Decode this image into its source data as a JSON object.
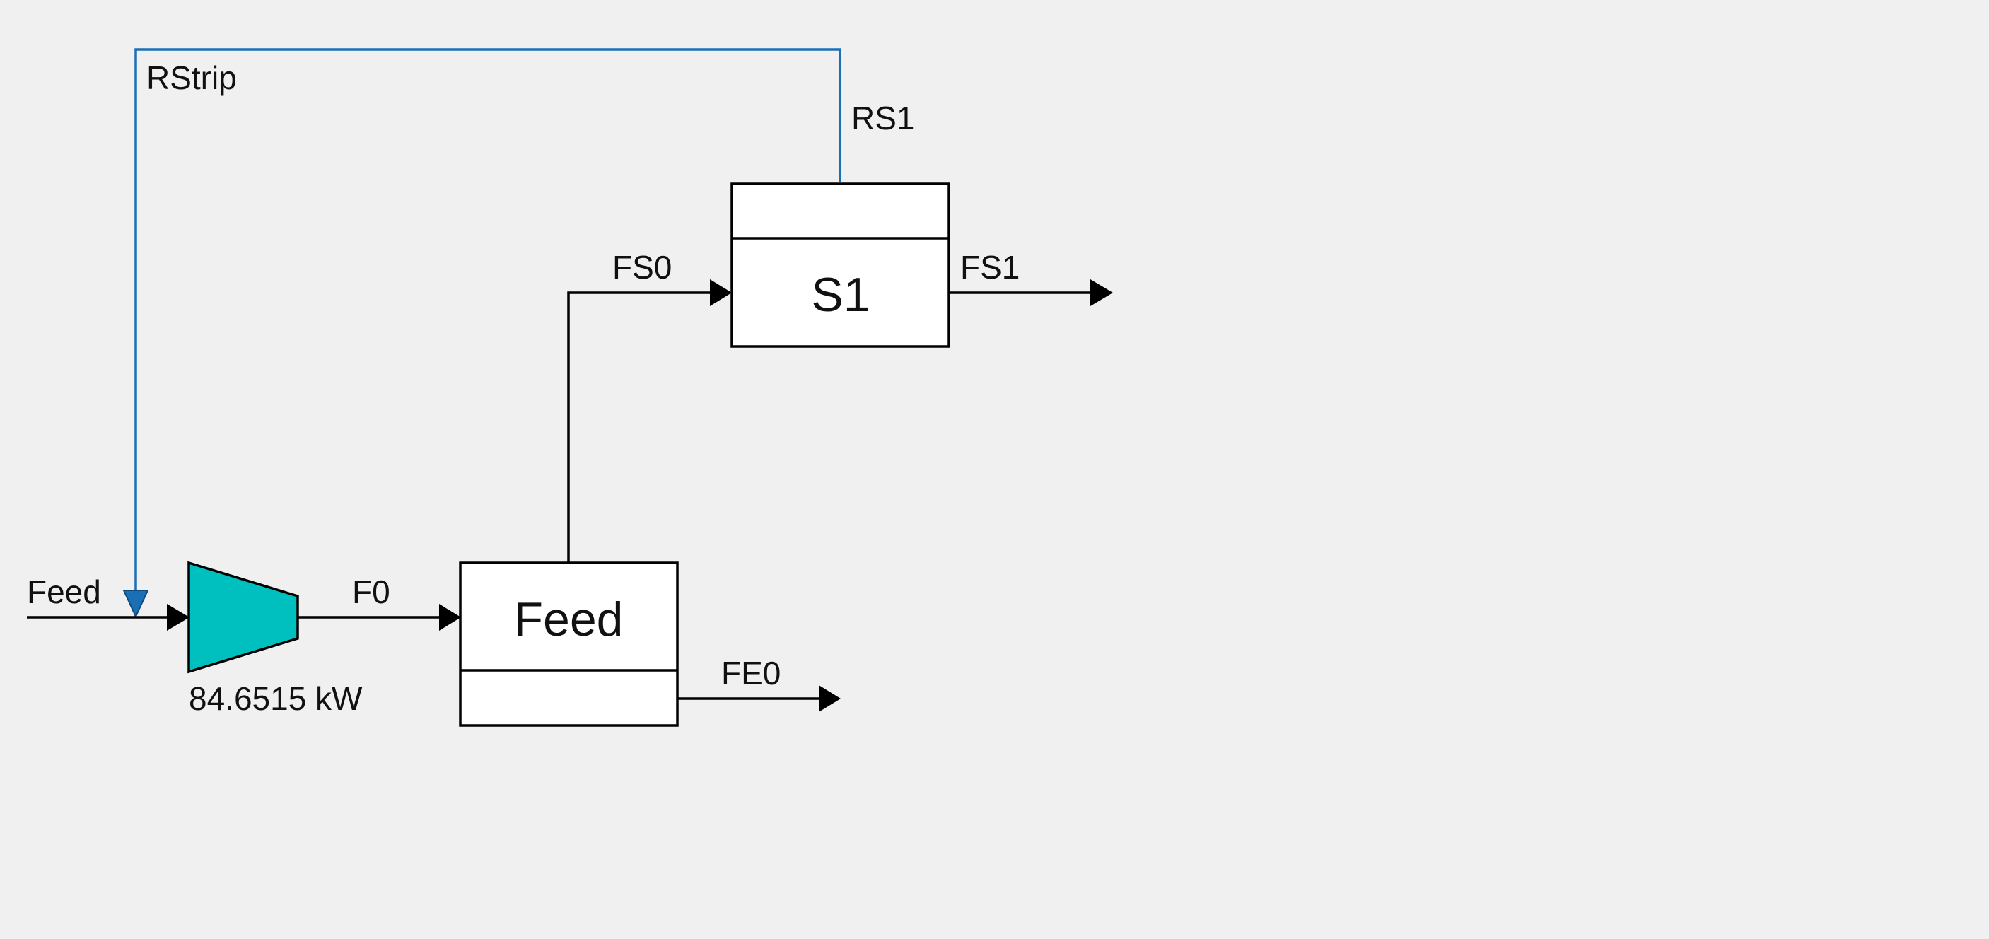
{
  "streams": {
    "feed_in": "Feed",
    "f0": "F0",
    "fs0": "FS0",
    "fs1": "FS1",
    "fe0": "FE0",
    "rs1": "RS1",
    "rstrip": "RStrip"
  },
  "units": {
    "compressor": {
      "duty": "84.6515 kW",
      "color": "#00bfbf"
    },
    "feed_separator": {
      "label": "Feed"
    },
    "stripper": {
      "label": "S1"
    }
  },
  "colors": {
    "recycle": "#1a6fb5",
    "recycle_marker": "#1a6fb5"
  }
}
